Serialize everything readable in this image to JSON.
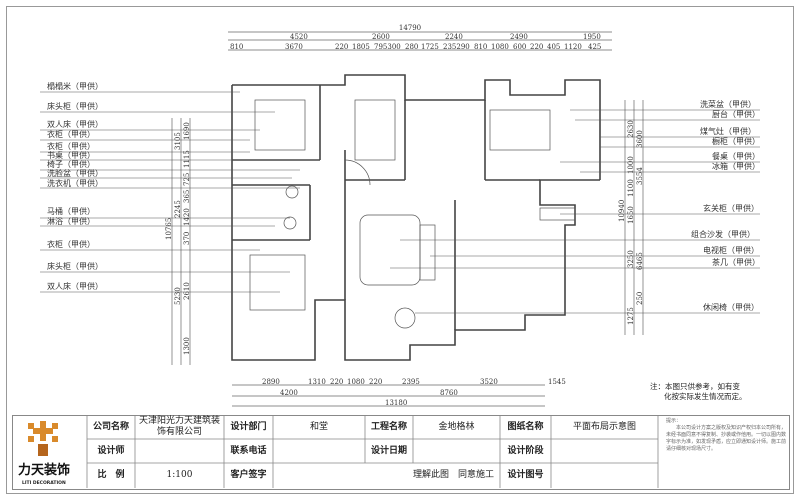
{
  "dimensions": {
    "top_total": "14790",
    "top_row1": [
      "4520",
      "2600",
      "2240",
      "2490",
      "1950"
    ],
    "top_row2": [
      "810",
      "3670",
      "220",
      "1805",
      "795300",
      "280",
      "1725",
      "235290",
      "810",
      "1080",
      "600",
      "220",
      "405",
      "1120",
      "425"
    ],
    "bottom_row1": [
      "2890",
      "1310",
      "220",
      "1080",
      "220",
      "2395",
      "3520",
      "1545"
    ],
    "bottom_row2": [
      "4200",
      "8760"
    ],
    "bottom_total": "13180",
    "left": [
      "3105",
      "1690",
      "1115",
      "725",
      "365",
      "2245",
      "1420",
      "370",
      "10765",
      "5230",
      "2610",
      "1300"
    ],
    "right": [
      "2630",
      "3600",
      "1000",
      "3554",
      "1100",
      "1650",
      "10940",
      "3250",
      "6465",
      "1275",
      "250"
    ]
  },
  "left_labels": [
    "榻榻米（甲供）",
    "床头柜（甲供）",
    "双人床（甲供）",
    "衣柜（甲供）",
    "衣柜（甲供）",
    "书桌（甲供）",
    "椅子（甲供）",
    "洗脸盆（甲供）",
    "洗衣机（甲供）",
    "马桶（甲供）",
    "淋浴（甲供）",
    "衣柜（甲供）",
    "床头柜（甲供）",
    "双人床（甲供）"
  ],
  "right_labels": [
    "洗菜盆（甲供）",
    "厨台（甲供）",
    "煤气灶（甲供）",
    "橱柜（甲供）",
    "餐桌（甲供）",
    "冰箱（甲供）",
    "玄关柜（甲供）",
    "组合沙发（甲供）",
    "电视柜（甲供）",
    "茶几（甲供）",
    "休闲椅（甲供）"
  ],
  "note": [
    "注：本图只供参考，如有变",
    "化按实际发生情况而定。"
  ],
  "title_block": {
    "logo_text": "力天装饰",
    "logo_sub": "LITI DECORATION",
    "company_label": "公司名称",
    "company_value": "天津阳光力天建筑装饰有限公司",
    "dept_label": "设计部门",
    "dept_value": "和堂",
    "project_label": "工程名称",
    "project_value": "金地格林",
    "drawing_label": "图纸名称",
    "drawing_value": "平面布局示意图",
    "designer_label": "设计师",
    "designer_value": "",
    "phone_label": "联系电话",
    "phone_value": "",
    "date_label": "设计日期",
    "date_value": "",
    "stage_label": "设计阶段",
    "stage_value": "",
    "scale_label": "比　例",
    "scale_value": "1:100",
    "sign_label": "客户签字",
    "sign_value": "理解此图　同意施工",
    "number_label": "设计图号",
    "number_value": "",
    "fine_title": "提示：",
    "fine_text": "本公司设计方案之版权及知识产权归本公司所有，未经书面同意不得复制、抄袭或作他用。一切以图内数字标示为准，如发现矛盾，应立即通知设计师。施工前请仔细核对现场尺寸。"
  },
  "colors": {
    "logo": "#d98a2b",
    "line": "#555555"
  }
}
